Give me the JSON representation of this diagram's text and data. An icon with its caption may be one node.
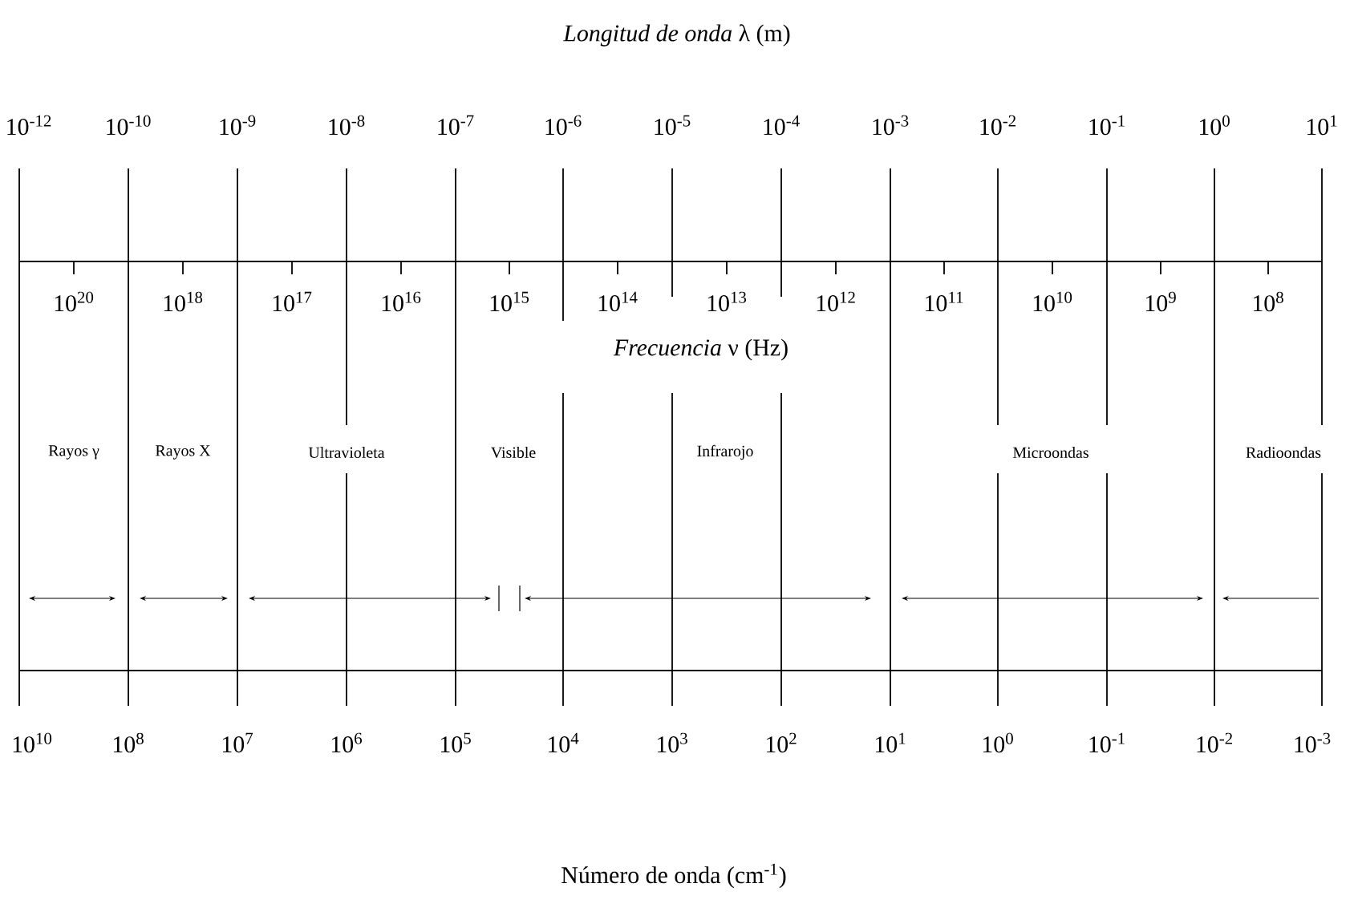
{
  "diagram": {
    "labels": [
      "*Longitud de onda* λ (m)",
      "10$^{-12}$",
      "10$^{-10}$",
      "10$^{-9}$",
      "10$^{-8}$",
      "10$^{-7}$",
      "10$^{-6}$",
      "10$^{-5}$",
      "10$^{-4}$",
      "10$^{-3}$",
      "10$^{-2}$",
      "10$^{-1}$",
      "10$^{0}$",
      "10$^{1}$",
      "10$^{20}$",
      "10$^{18}$",
      "10$^{17}$",
      "10$^{16}$",
      "10$^{15}$",
      "10$^{14}$",
      "10$^{13}$",
      "10$^{12}$",
      "10$^{11}$",
      "10$^{10}$",
      "10$^{9}$",
      "10$^{8}$",
      "*Frecuencia* ν (Hz)",
      "Rayos γ",
      "Rayos X",
      "Ultravioleta",
      "Visible",
      "Infrarojo",
      "Microondas",
      "Radioondas",
      "10$^{10}$",
      "10$^{8}$",
      "10$^{7}$",
      "10$^{6}$",
      "10$^{5}$",
      "10$^{4}$",
      "10$^{3}$",
      "10$^{2}$",
      "10$^{1}$",
      "10$^{0}$",
      "10$^{-1}$",
      "10$^{-2}$",
      "10$^{-3}$",
      "Número de onda (cm$^{-1}$)"
    ]
  }
}
